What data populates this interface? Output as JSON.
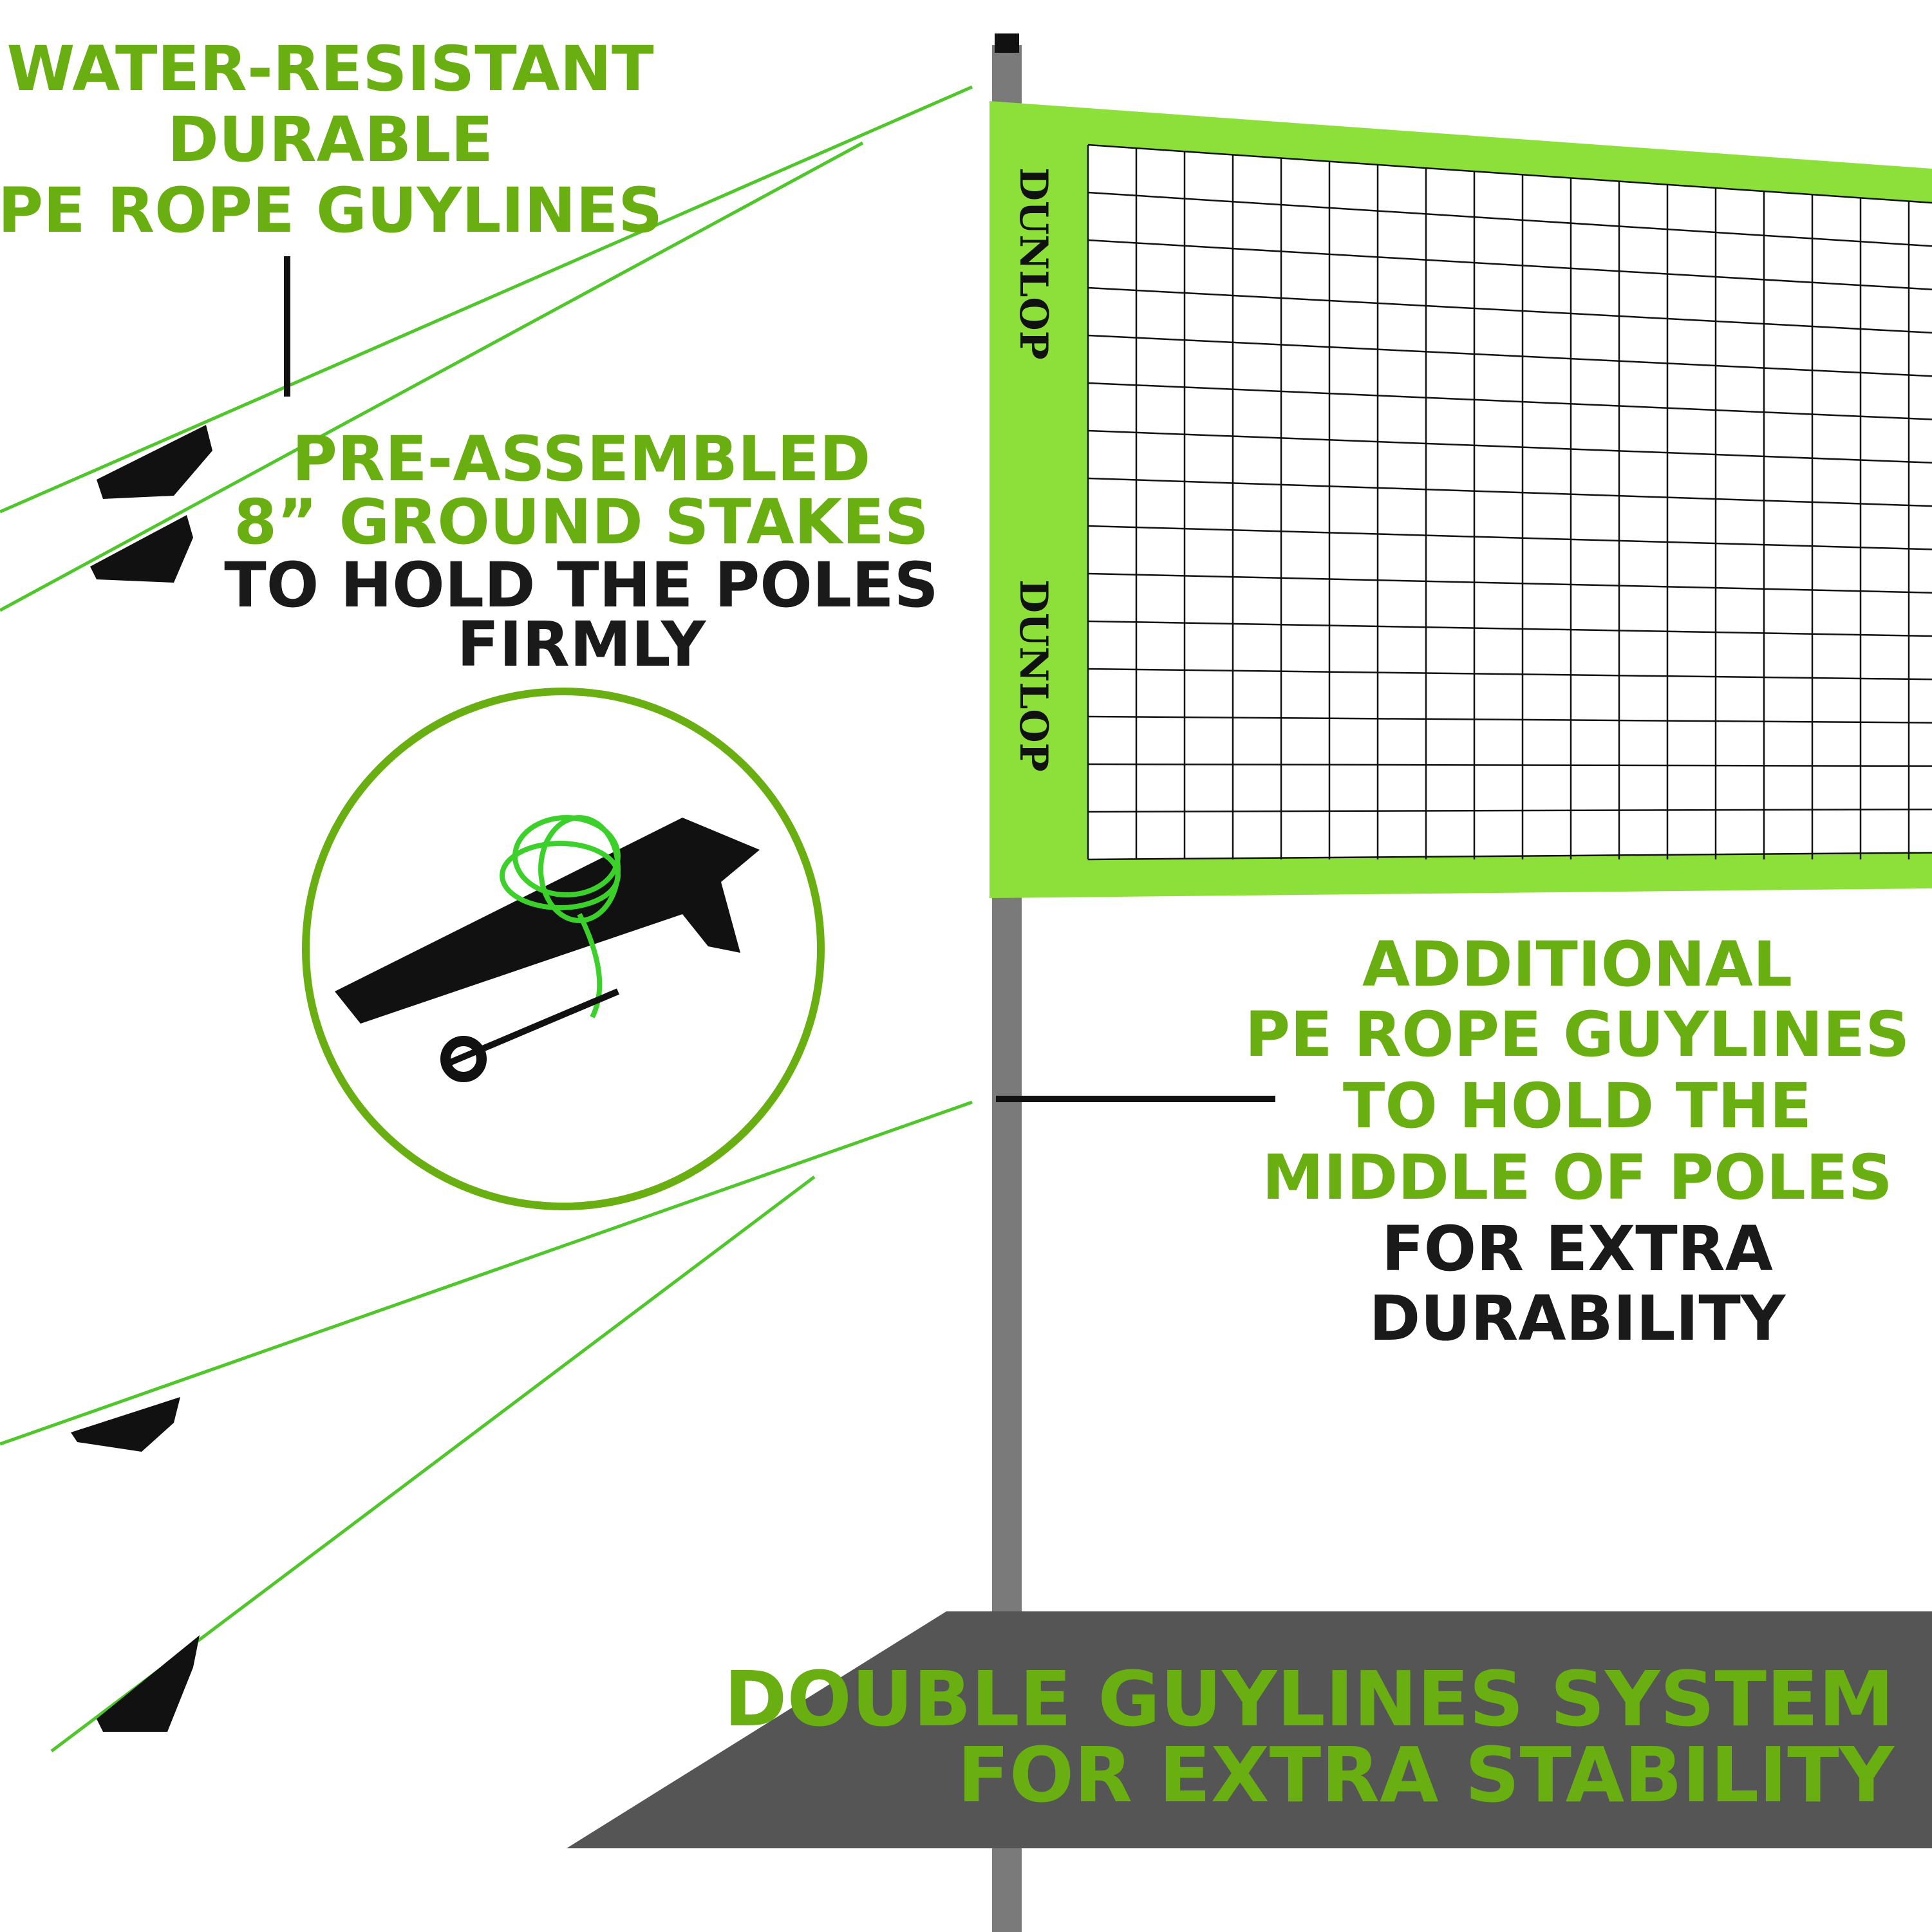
{
  "colors": {
    "green_text": "#6aaf12",
    "net_band": "#8de03a",
    "banner_bg": "#555555",
    "dark_text": "#1a1a1a",
    "rope": "#4fc62a",
    "pole": "#7a7a7a"
  },
  "callouts": {
    "guylines": {
      "lines": [
        "WATER-RESISTANT",
        "DURABLE",
        "PE ROPE GUYLINES"
      ]
    },
    "stakes": {
      "green_lines": [
        "PRE-ASSEMBLED",
        "8” GROUND STAKES"
      ],
      "dark_lines": [
        "TO HOLD THE POLES",
        "FIRMLY"
      ]
    },
    "additional": {
      "green_lines": [
        "ADDITIONAL",
        "PE ROPE GUYLINES",
        "TO HOLD THE",
        "MIDDLE OF POLES"
      ],
      "dark_lines": [
        "FOR EXTRA",
        "DURABILITY"
      ]
    }
  },
  "banner": {
    "lines": [
      "DOUBLE GUYLINES SYSTEM",
      "FOR EXTRA STABILITY"
    ]
  },
  "brand": {
    "logo_text": "DUNLOP"
  }
}
